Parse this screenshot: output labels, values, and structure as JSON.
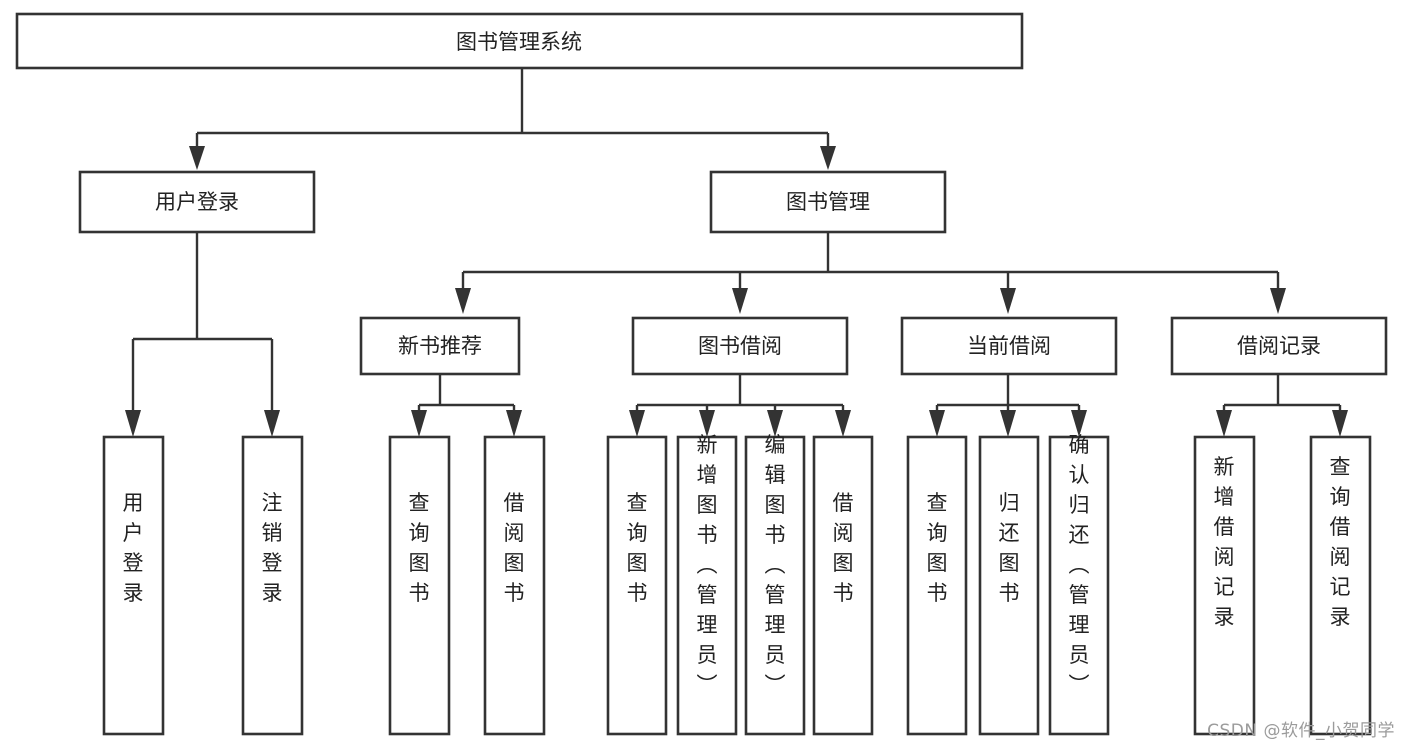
{
  "diagram": {
    "title": "图书管理系统",
    "type": "tree-hierarchy",
    "watermark": "CSDN @软件_小贺同学",
    "colors": {
      "background": "#ffffff",
      "box_stroke": "#333333",
      "box_fill": "#ffffff",
      "text": "#222222",
      "connector": "#333333",
      "watermark_text": "#9b9b9b"
    },
    "root": {
      "label": "图书管理系统"
    },
    "level1": [
      {
        "label": "用户登录"
      },
      {
        "label": "图书管理"
      }
    ],
    "level2": [
      {
        "label": "新书推荐"
      },
      {
        "label": "图书借阅"
      },
      {
        "label": "当前借阅"
      },
      {
        "label": "借阅记录"
      }
    ],
    "leaves": {
      "user_login": [
        {
          "label": "用户登录"
        },
        {
          "label": "注销登录"
        }
      ],
      "new_book_recommend": [
        {
          "label": "查询图书"
        },
        {
          "label": "借阅图书"
        }
      ],
      "book_borrow": [
        {
          "label": "查询图书"
        },
        {
          "label": "新增图书（管理员）"
        },
        {
          "label": "编辑图书（管理员）"
        },
        {
          "label": "借阅图书"
        }
      ],
      "current_borrow": [
        {
          "label": "查询图书"
        },
        {
          "label": "归还图书"
        },
        {
          "label": "确认归还（管理员）"
        }
      ],
      "borrow_record": [
        {
          "label": "新增借阅记录"
        },
        {
          "label": "查询借阅记录"
        }
      ]
    }
  }
}
